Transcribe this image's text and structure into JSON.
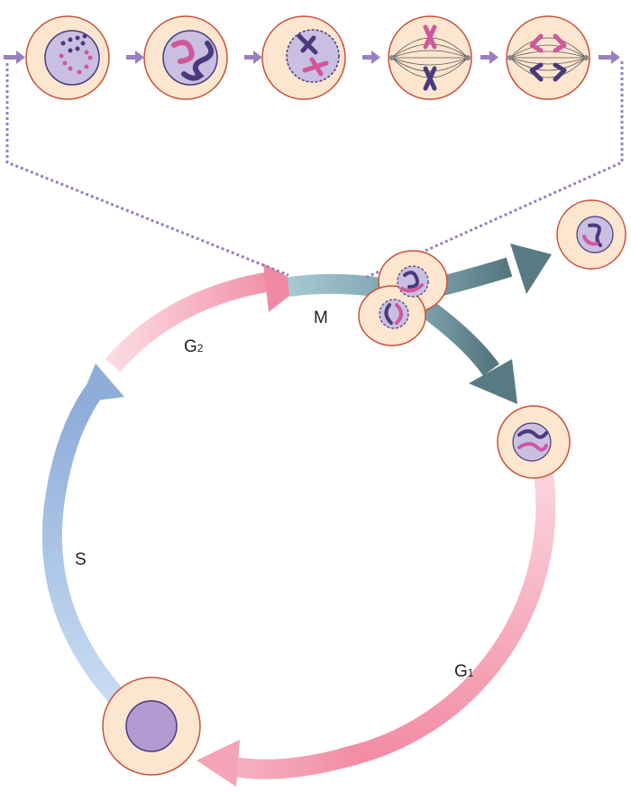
{
  "diagram": {
    "phases": [
      {
        "id": "m",
        "main": "M",
        "sub": ""
      },
      {
        "id": "g2",
        "main": "G",
        "sub": "2"
      },
      {
        "id": "s",
        "main": "S",
        "sub": ""
      },
      {
        "id": "g1",
        "main": "G",
        "sub": "1"
      }
    ],
    "mitosis_stage_count": 5,
    "colors": {
      "cell_fill": "#fde6cf",
      "cell_stroke": "#c8513a",
      "nucleus_fill": "#c9bfe0",
      "nucleus_stroke": "#4a3a7c",
      "chromosome_dark": "#4a3a7c",
      "chromosome_pink": "#d0579c",
      "m_arrow": "#9dbfcc",
      "daughter_arrow": "#5b7f8a",
      "g1_arrow": "#f29db0",
      "g2_arrow": "#f4a3b6",
      "s_arrow": "#8eacd8",
      "connector": "#9a7fc0",
      "stage_arrow": "#9a7fc0"
    }
  }
}
